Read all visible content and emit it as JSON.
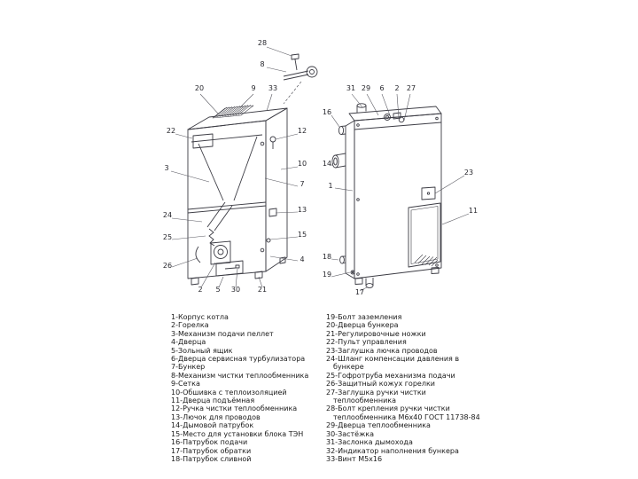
{
  "colors": {
    "background": "#ffffff",
    "line": "#3c3c44",
    "leader": "#5a5a62",
    "text": "#1a1a1a"
  },
  "legend": {
    "left": [
      "1-Корпус котла",
      "2-Горелка",
      "3-Механизм подачи пеллет",
      "4-Дверца",
      "5-Зольный ящик",
      "6-Дверца сервисная турбулизатора",
      "7-Бункер",
      "8-Механизм чистки теплообменника",
      "9-Сетка",
      "10-Обшивка с теплоизоляцией",
      "11-Дверца подъёмная",
      "12-Ручка чистки теплообменника",
      "13-Лючок для проводов",
      "14-Дымовой патрубок",
      "15-Место для установки блока ТЭН",
      "16-Патрубок подачи",
      "17-Патрубок обратки",
      "18-Патрубок сливной"
    ],
    "right": [
      "19-Болт заземления",
      "20-Дверца бункера",
      "21-Регулировочные ножки",
      "22-Пульт управления",
      "23-Заглушка лючка проводов",
      "24-Шланг компенсации давления в бункере",
      "25-Гофротруба механизма подачи",
      "26-Защитный кожух горелки",
      "27-Заглушка ручки чистки теплообменника",
      "28-Болт крепления ручки чистки теплообменника М6х40 ГОСТ 11738-84",
      "29-Дверца теплообменника",
      "30-Застёжка",
      "31-Заслонка дымохода",
      "32-Индикатор наполнения бункера",
      "33-Винт М5х16"
    ]
  },
  "callouts": {
    "left_view": [
      "28",
      "8",
      "20",
      "9",
      "33",
      "22",
      "3",
      "24",
      "25",
      "26",
      "12",
      "10",
      "7",
      "13",
      "15",
      "4",
      "2",
      "5",
      "30",
      "21"
    ],
    "right_view": [
      "31",
      "29",
      "6",
      "2",
      "27",
      "16",
      "14",
      "1",
      "18",
      "19",
      "17",
      "23",
      "11"
    ]
  }
}
